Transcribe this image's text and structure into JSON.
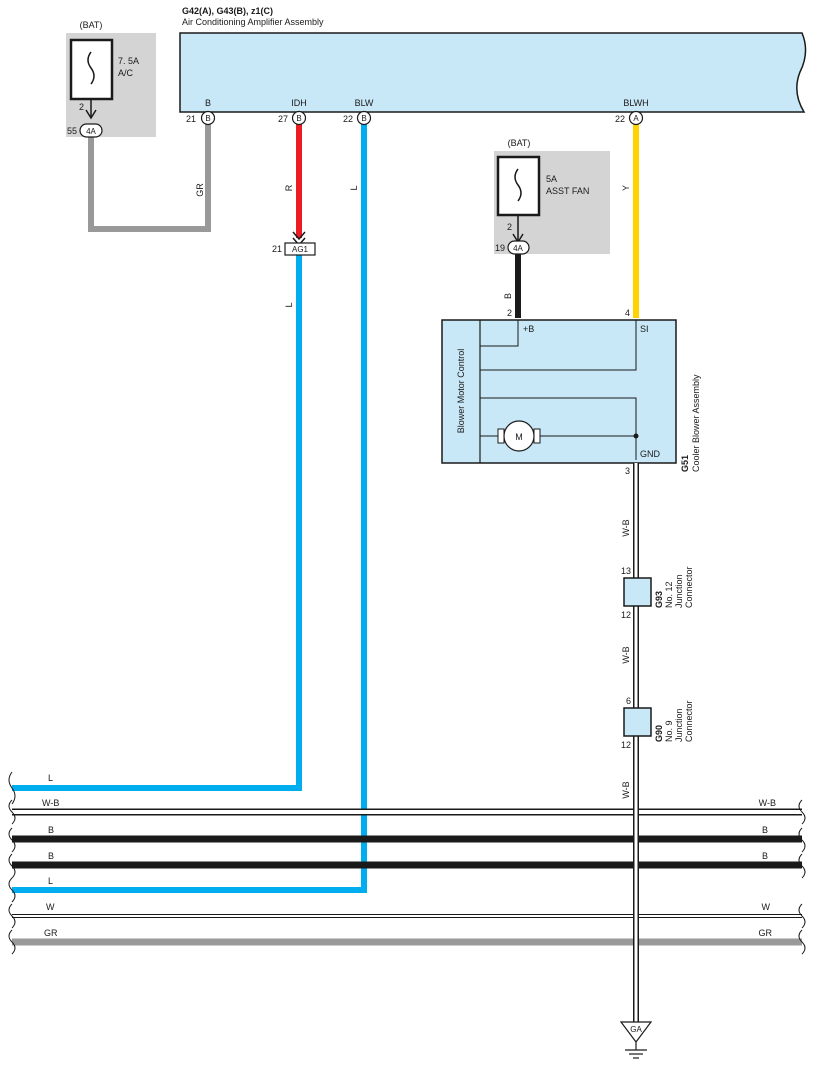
{
  "amplifier": {
    "connectors_label": "G42(A), G43(B), z1(C)",
    "name": "Air Conditioning Amplifier Assembly",
    "terminals": [
      {
        "pin": "21",
        "conn": "B",
        "signal": "B"
      },
      {
        "pin": "27",
        "conn": "B",
        "signal": "IDH"
      },
      {
        "pin": "22",
        "conn": "B",
        "signal": "BLW"
      },
      {
        "pin": "22",
        "conn": "A",
        "signal": "BLWH"
      }
    ]
  },
  "fuse_ac": {
    "source": "(BAT)",
    "rating": "7. 5A",
    "name": "A/C",
    "pin": "2",
    "junction": "4A",
    "junction_pin": "55"
  },
  "fuse_fan": {
    "source": "(BAT)",
    "rating": "5A",
    "name": "ASST FAN",
    "pin": "2",
    "junction": "4A",
    "junction_pin": "19"
  },
  "wires": {
    "gr": "GR",
    "r": "R",
    "l_ag1": "L",
    "l_blw": "L",
    "y": "Y",
    "b_fan": "B",
    "wb1": "W-B",
    "wb2": "W-B",
    "wb3": "W-B"
  },
  "ag1": {
    "pin": "21",
    "label": "AG1"
  },
  "blower": {
    "connector": "G51",
    "name": "Cooler Blower Assembly",
    "control_label": "Blower Motor Control",
    "pin_b": "2",
    "label_b": "+B",
    "pin_si": "4",
    "label_si": "SI",
    "pin_gnd": "3",
    "label_gnd": "GND",
    "motor": "M"
  },
  "jc_g93": {
    "connector": "G93",
    "line1": "No. 12",
    "line2": "Junction",
    "line3": "Connector",
    "pin_top": "13",
    "pin_bottom": "12"
  },
  "jc_g90": {
    "connector": "G90",
    "line1": "No. 9",
    "line2": "Junction",
    "line3": "Connector",
    "pin_top": "6",
    "pin_bottom": "12"
  },
  "ground": {
    "label": "GA"
  },
  "bus": [
    {
      "left": "L",
      "right": "",
      "color": "#00aeef"
    },
    {
      "left": "W-B",
      "right": "W-B",
      "color": "#ffffff"
    },
    {
      "left": "B",
      "right": "B",
      "color": "#1a1a1a"
    },
    {
      "left": "B",
      "right": "B",
      "color": "#1a1a1a"
    },
    {
      "left": "L",
      "right": "",
      "color": "#00aeef"
    },
    {
      "left": "W",
      "right": "W",
      "color": "#ffffff"
    },
    {
      "left": "GR",
      "right": "GR",
      "color": "#999999"
    }
  ],
  "colors": {
    "blue": "#00aeef",
    "red": "#ed1c24",
    "yellow": "#ffd200",
    "gray": "#999999",
    "black": "#1a1a1a",
    "box_fill": "#c8e8f8",
    "fuse_bg": "#d4d4d4"
  }
}
